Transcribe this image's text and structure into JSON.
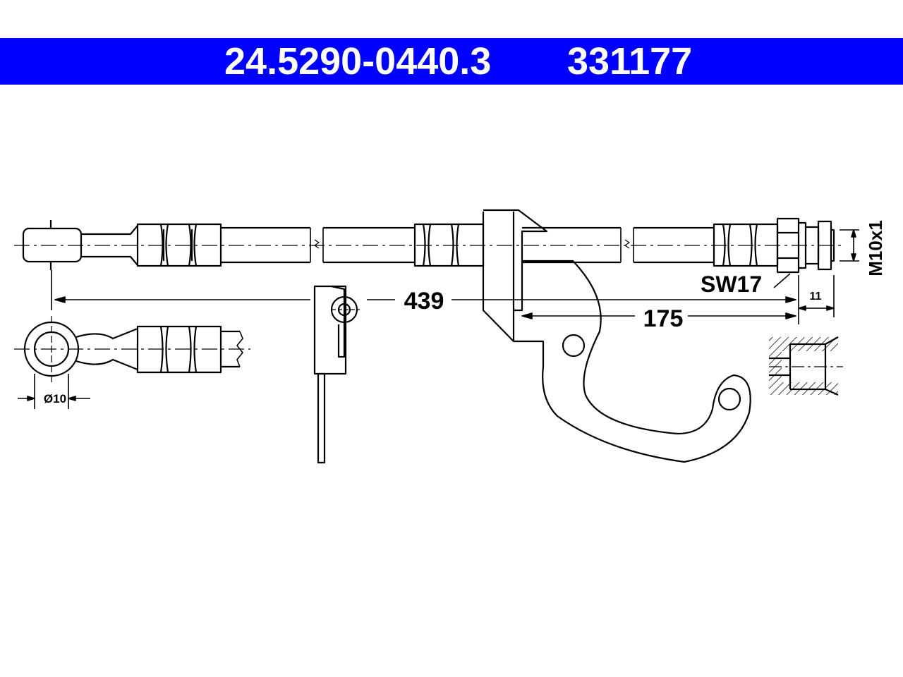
{
  "header": {
    "part_number": "24.5290-0440.3",
    "ref_number": "331177",
    "background_color": "#0000ff",
    "text_color": "#ffffff"
  },
  "dimensions": {
    "total_length": "439",
    "bracket_offset": "175",
    "thread_length": "11",
    "wrench_size": "SW17",
    "thread_spec": "M10x1",
    "banjo_diameter": "Ø10"
  }
}
